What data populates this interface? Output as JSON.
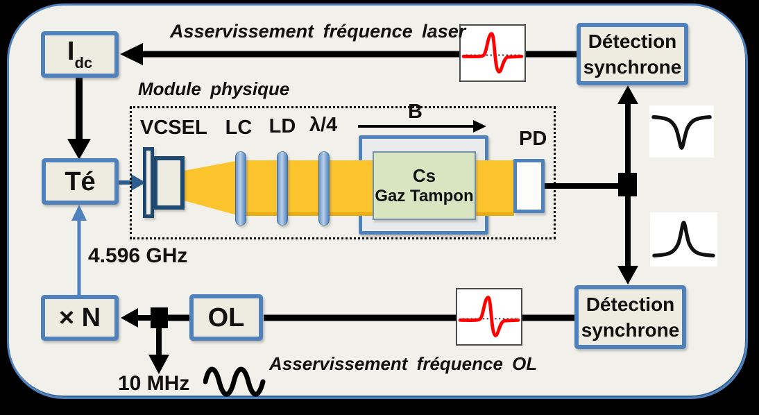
{
  "loops": {
    "laser": "Asservissement fréquence laser",
    "ol": "Asservissement fréquence OL"
  },
  "module": {
    "title": "Module physique",
    "vcsel": "VCSEL",
    "lc": "LC",
    "ld": "LD",
    "qwp": "λ/4",
    "b_field": "B",
    "pd": "PD",
    "cell_line1": "Cs",
    "cell_line2": "Gaz Tampon"
  },
  "boxes": {
    "idc_main": "I",
    "idc_sub": "dc",
    "te": "Té",
    "xn": "× N",
    "ol": "OL",
    "detection_line1": "Détection",
    "detection_line2": "synchrone"
  },
  "labels": {
    "freq_microwave": "4.596 GHz",
    "freq_ref": "10 MHz"
  },
  "icons": {
    "error_signal_top": "dispersion-curve",
    "error_signal_bottom": "dispersion-curve",
    "absorption": "absorption-dip",
    "transmission": "transmission-peak",
    "reference": "sine-wave"
  },
  "colors": {
    "background": "#000000",
    "panel_fill": "#f2f0ea",
    "panel_border": "#4f81bd",
    "box_fill": "#eeece1",
    "box_border": "#4f81bd",
    "navy": "#1f4971",
    "beam": "#fcc42c",
    "cell_fill": "#e9eaec",
    "buffer_gas_fill": "#d9e5c1",
    "signal_red": "#ff0000",
    "wire_black": "#000000",
    "wire_blue": "#4f81bd"
  }
}
